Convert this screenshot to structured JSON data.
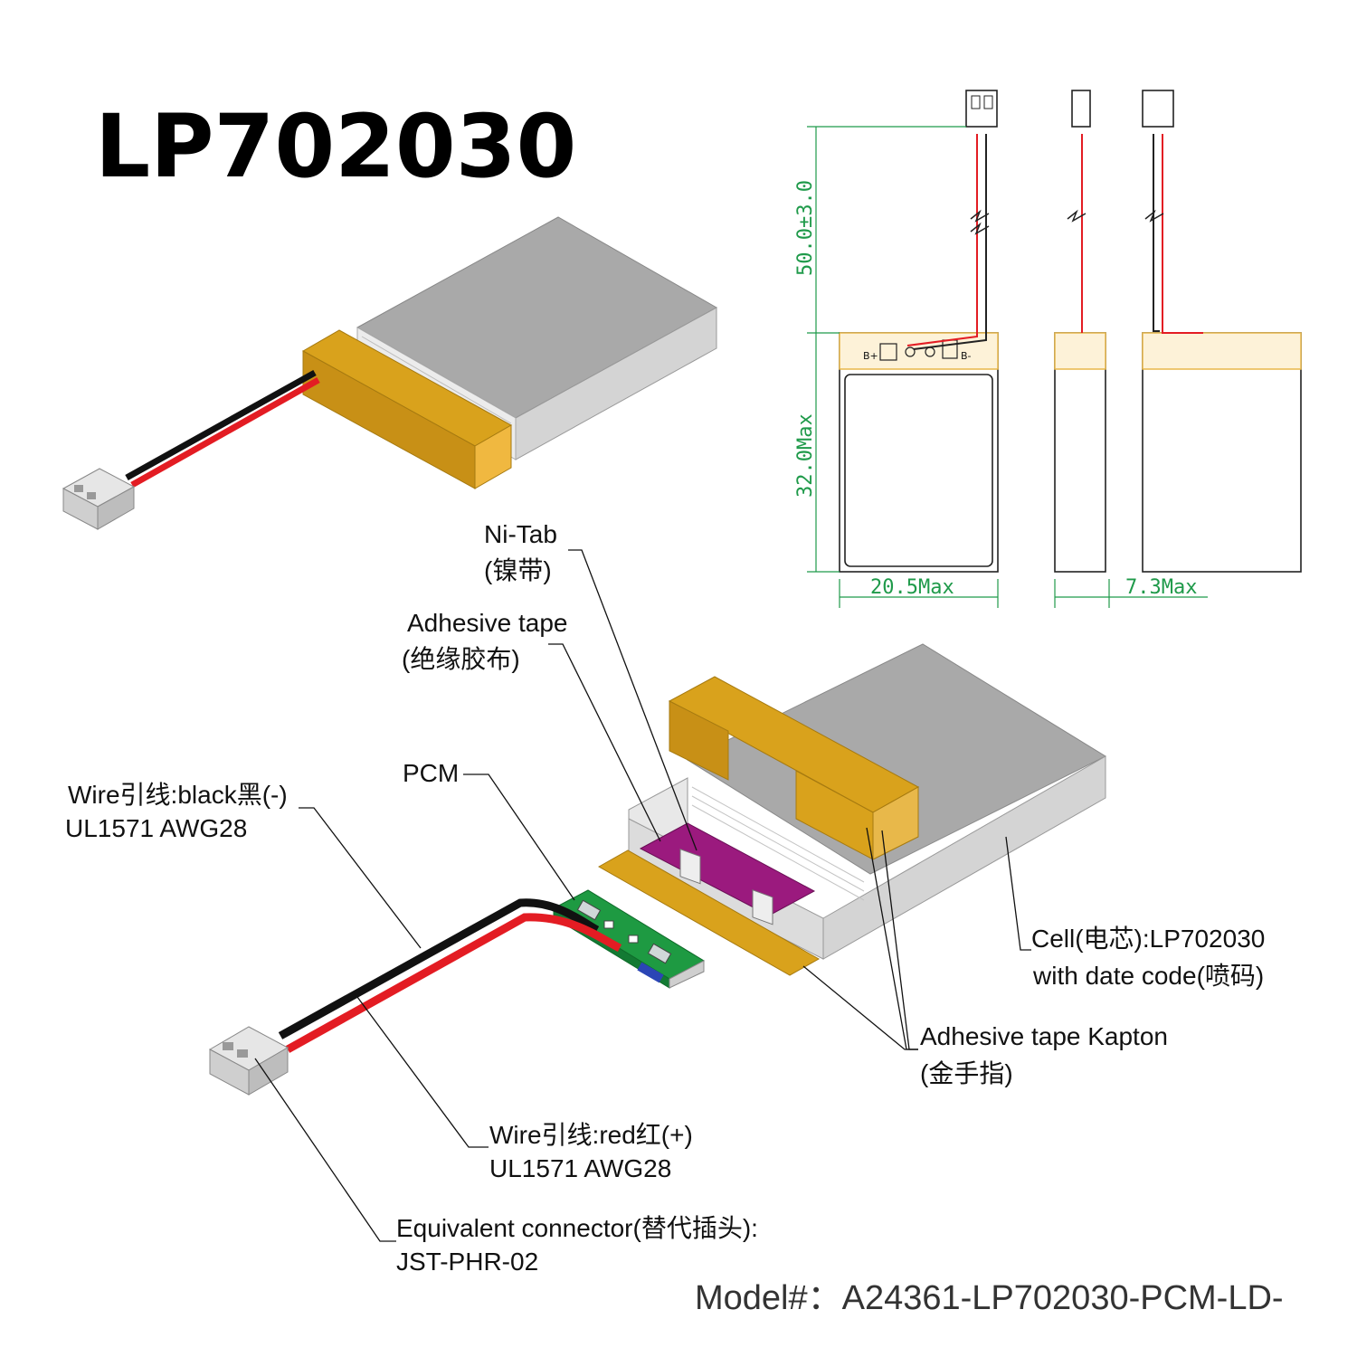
{
  "title": "LP702030",
  "model": "Model#：A24361-LP702030-PCM-LD-",
  "dimensions": {
    "wire_length": "50.0±3.0",
    "height": "32.0Max",
    "width": "20.5Max",
    "thickness": "7.3Max"
  },
  "pcb_marks": {
    "b_plus": "B+",
    "b_minus": "B-"
  },
  "labels": {
    "ni_tab_1": "Ni-Tab",
    "ni_tab_2": "(镍带)",
    "adhesive_1": "Adhesive tape",
    "adhesive_2": "(绝缘胶布)",
    "pcm": "PCM",
    "wire_black_1": "Wire引线:black黑(-)",
    "wire_black_2": "UL1571 AWG28",
    "cell_1": "Cell(电芯):LP702030",
    "cell_2": "with date code(喷码)",
    "kapton_1": "Adhesive tape Kapton",
    "kapton_2": "(金手指)",
    "wire_red_1": "Wire引线:red红(+)",
    "wire_red_2": "UL1571 AWG28",
    "connector_1": "Equivalent connector(替代插头):",
    "connector_2": "JST-PHR-02"
  },
  "colors": {
    "cell_top": "#a9a9a9",
    "cell_side": "#d4d4d4",
    "tape_gold": "#d9a21c",
    "tape_yellow": "#e8b84a",
    "pcb_green": "#1e9a42",
    "pcm_purple": "#9b1a7e",
    "wire_red": "#e31c23",
    "wire_black": "#111111",
    "dim_green": "#1f9a4a"
  }
}
